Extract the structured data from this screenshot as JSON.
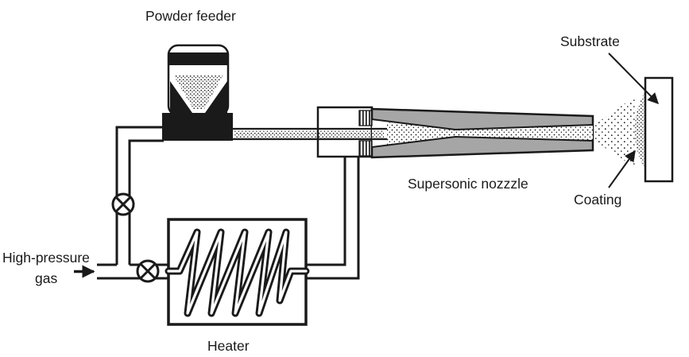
{
  "diagram": {
    "labels": {
      "powder_feeder": "Powder feeder",
      "substrate": "Substrate",
      "supersonic_nozzle": "Supersonic nozzzle",
      "coating": "Coating",
      "high_pressure_gas_line1": "High-pressure",
      "high_pressure_gas_line2": "gas",
      "heater": "Heater"
    },
    "colors": {
      "line": "#1a1a1a",
      "nozzle_body_gray": "#a6a6a6",
      "background": "#ffffff"
    },
    "icons": {
      "valve": "valve-cross-icon",
      "gas_flow": "arrow-right-icon",
      "substrate_pointer": "arrow-icon",
      "coating_pointer": "arrow-icon"
    }
  }
}
